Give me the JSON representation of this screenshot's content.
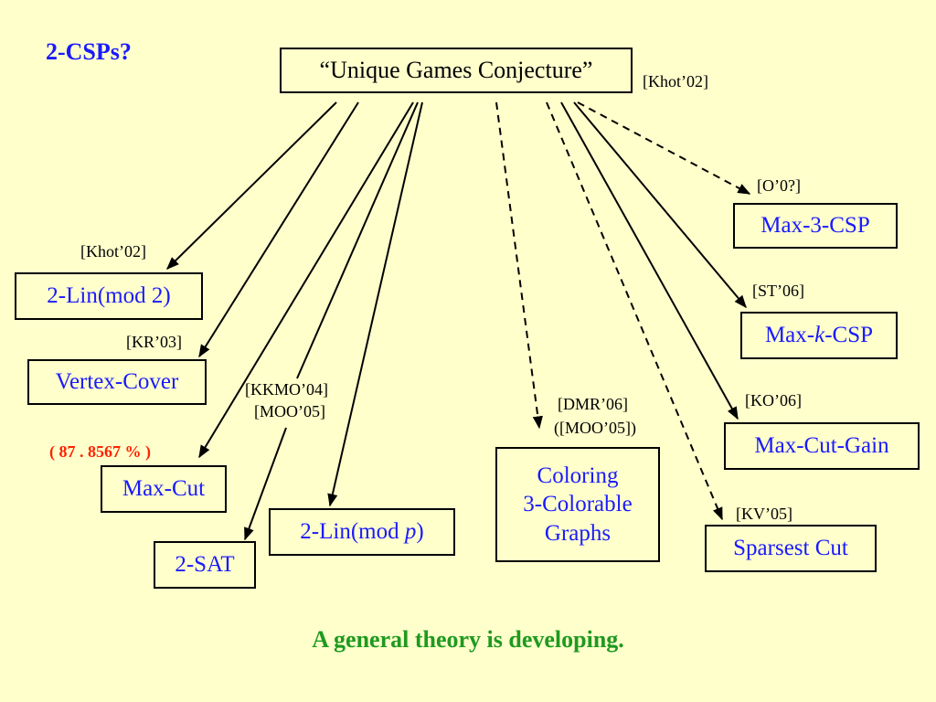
{
  "slide_title": "2-CSPs?",
  "root": {
    "label": "“Unique Games Conjecture”",
    "citation": "[Khot’02]"
  },
  "nodes": {
    "two_lin_mod2": {
      "label": "2-Lin(mod 2)",
      "citation": "[Khot’02]"
    },
    "vertex_cover": {
      "label": "Vertex-Cover",
      "citation": "[KR’03]"
    },
    "max_cut": {
      "label": "Max-Cut",
      "annotation": "( 87 . 8567 % )"
    },
    "two_sat": {
      "label": "2-SAT"
    },
    "kkmo_moo_citations": [
      "[KKMO’04]",
      "[MOO’05]"
    ],
    "two_lin_modp": {
      "label_pre": "2-Lin(mod ",
      "label_var": "p",
      "label_post": ")"
    },
    "coloring": {
      "lines": [
        "Coloring",
        "3-Colorable",
        "Graphs"
      ],
      "citations": [
        "[DMR’06]",
        "([MOO’05])"
      ]
    },
    "sparsest_cut": {
      "label": "Sparsest Cut",
      "citation": "[KV’05]"
    },
    "max_cut_gain": {
      "label": "Max-Cut-Gain",
      "citation": "[KO’06]"
    },
    "max_k_csp": {
      "label_pre": "Max-",
      "label_var": "k",
      "label_post": "-CSP",
      "citation": "[ST’06]"
    },
    "max_3_csp": {
      "label": "Max-3-CSP",
      "citation": "[O’0?]"
    }
  },
  "footer": "A general theory is developing.",
  "colors": {
    "background": "#FFFFCC",
    "title": "#1a1aff",
    "node_text": "#1a1aff",
    "annotation": "#ff2200",
    "footer": "#1f9a1f"
  }
}
